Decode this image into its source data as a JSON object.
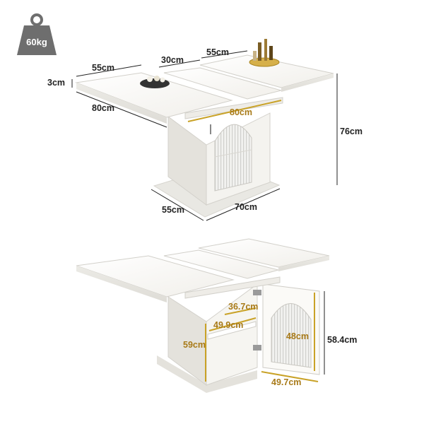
{
  "weight_badge": {
    "label": "60kg",
    "color": "#6e6e6e",
    "icon": "weight-icon"
  },
  "top_view": {
    "dims": {
      "top_depth": "55cm",
      "thickness": "3cm",
      "top_width": "80cm",
      "middle_leaf": "30cm",
      "right_leaf": "55cm",
      "inner_width": "80cm",
      "height": "76cm",
      "base_depth": "55cm",
      "base_width": "70cm"
    }
  },
  "bottom_view": {
    "dims": {
      "shelf_depth": "36.7cm",
      "shelf_width": "49.9cm",
      "cabinet_height": "59cm",
      "door_height": "48cm",
      "overall_height": "58.4cm",
      "door_width": "49.7cm"
    }
  },
  "colors": {
    "gold": "#c9a227",
    "dark": "#222222",
    "surface": "#f8f7f4"
  }
}
